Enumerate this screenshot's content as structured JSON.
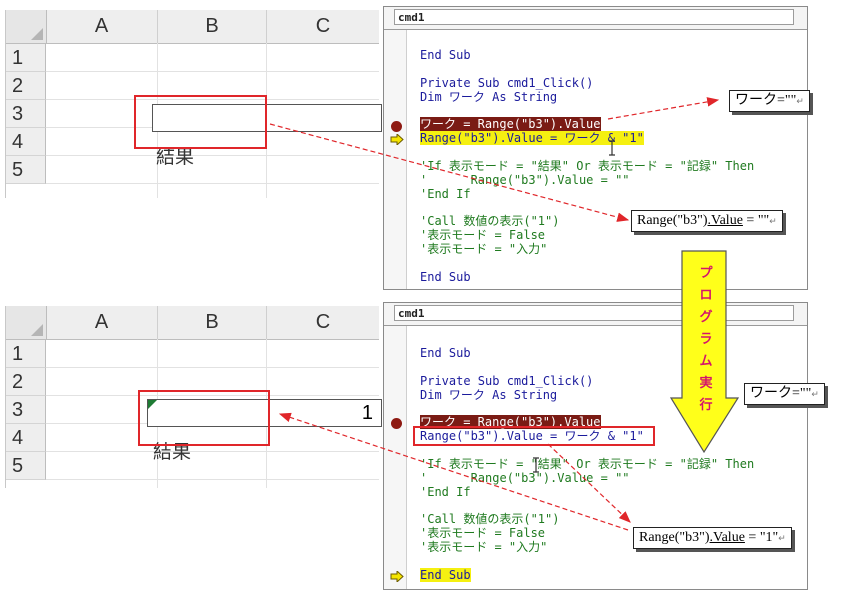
{
  "sheet_top": {
    "columns": [
      "A",
      "B",
      "C"
    ],
    "rows": [
      "1",
      "2",
      "3",
      "4",
      "5"
    ],
    "b3_value": "",
    "b4_label": "結果"
  },
  "sheet_bottom": {
    "columns": [
      "A",
      "B",
      "C"
    ],
    "rows": [
      "1",
      "2",
      "3",
      "4",
      "5"
    ],
    "b3_value": "1",
    "b4_label": "結果"
  },
  "editor_top": {
    "object_combo": "cmd1",
    "lines": {
      "end_sub_1": "End Sub",
      "private_sub": "Private Sub cmd1_Click()",
      "dim": "Dim ワーク As String",
      "work_assign": "ワーク = Range(\"b3\").Value",
      "range_assign": "Range(\"b3\").Value = ワーク & \"1\"",
      "if_line": "'If 表示モード = \"結果\" Or 表示モード = \"記録\" Then",
      "range_clear": "'      Range(\"b3\").Value = \"\"",
      "end_if": "'End If",
      "call_line": "'Call 数値の表示(\"1\")",
      "mode_false": "'表示モード = False",
      "mode_input": "'表示モード = \"入力\"",
      "end_sub_2": "End Sub"
    }
  },
  "editor_bottom": {
    "object_combo": "cmd1",
    "lines": {
      "end_sub_1": "End Sub",
      "private_sub": "Private Sub cmd1_Click()",
      "dim": "Dim ワーク As String",
      "work_assign": "ワーク = Range(\"b3\").Value",
      "range_assign": "Range(\"b3\").Value = ワーク & \"1\"",
      "if_line": "'If 表示モード = \"結果\" Or 表示モード = \"記録\" Then",
      "range_clear": "'      Range(\"b3\").Value = \"\"",
      "end_if": "'End If",
      "call_line": "'Call 数値の表示(\"1\")",
      "mode_false": "'表示モード = False",
      "mode_input": "'表示モード = \"入力\"",
      "end_sub_2": "End Sub"
    }
  },
  "callouts": {
    "work_top": "ワーク=\"\"",
    "range_top_a": "Range(\"b3\")",
    "range_top_b": ".Value",
    "range_top_c": " = \"\"",
    "work_bottom": "ワーク=\"\"",
    "range_bottom_a": "Range(\"b3\")",
    "range_bottom_b": ".Value",
    "range_bottom_c": " = \"1\""
  },
  "run_arrow_label": "プログラム実行",
  "colors": {
    "breakpoint_red": "#7a1b14",
    "current_line_yellow": "#f5f011",
    "annotation_red": "#e0262a",
    "arrow_yellow": "#ffff1a",
    "arrow_text_magenta": "#d5156b"
  }
}
